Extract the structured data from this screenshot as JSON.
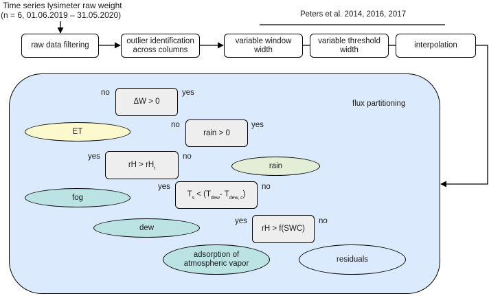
{
  "header": {
    "source_line1": "Time series lysimeter raw weight",
    "source_line2": "(n = 6, 01.06.2019 – 31.05.2020)",
    "reference": "Peters et al. 2014, 2016, 2017"
  },
  "pipeline": [
    {
      "id": "raw-data-filtering",
      "label": "raw data filtering"
    },
    {
      "id": "outlier-identification",
      "label": "outlier identification across columns"
    },
    {
      "id": "variable-window-width",
      "label": "variable window width"
    },
    {
      "id": "variable-threshold-width",
      "label": "variable threshold width"
    },
    {
      "id": "interpolation",
      "label": "interpolation"
    }
  ],
  "pipeline_labels": {
    "p0": "raw data filtering",
    "p1a": "outlier identification",
    "p1b": "across columns",
    "p2a": "variable window",
    "p2b": "width",
    "p3a": "variable threshold",
    "p3b": "width",
    "p4": "interpolation"
  },
  "flux": {
    "title": "flux partitioning",
    "decisions": {
      "dw": "ΔW > 0",
      "rain": "rain > 0",
      "rh_main": "rH > rH",
      "rh_sub": "t",
      "ts_main": "T",
      "ts_sub_s": "s",
      "ts_mid": " < (T",
      "ts_sub_dew": "dew",
      "ts_dash": "- T",
      "ts_sub_dewc": "dew, c",
      "ts_end": ")",
      "swc": "rH > f(SWC)"
    },
    "outcomes": {
      "et": "ET",
      "rain": "rain",
      "fog": "fog",
      "dew": "dew",
      "adsorption_line1": "adsorption of",
      "adsorption_line2": "atmospheric vapor",
      "residuals": "residuals"
    },
    "branch_labels": {
      "yes": "yes",
      "no": "no"
    },
    "colors": {
      "container_fill": "#dbeafd",
      "decision_fill": "#eeeeee",
      "et_fill": "#fdf9cf",
      "rain_fill": "#e2eed6",
      "teal_fill": "#bbe3e3",
      "residuals_fill": "#dbeafd"
    }
  }
}
